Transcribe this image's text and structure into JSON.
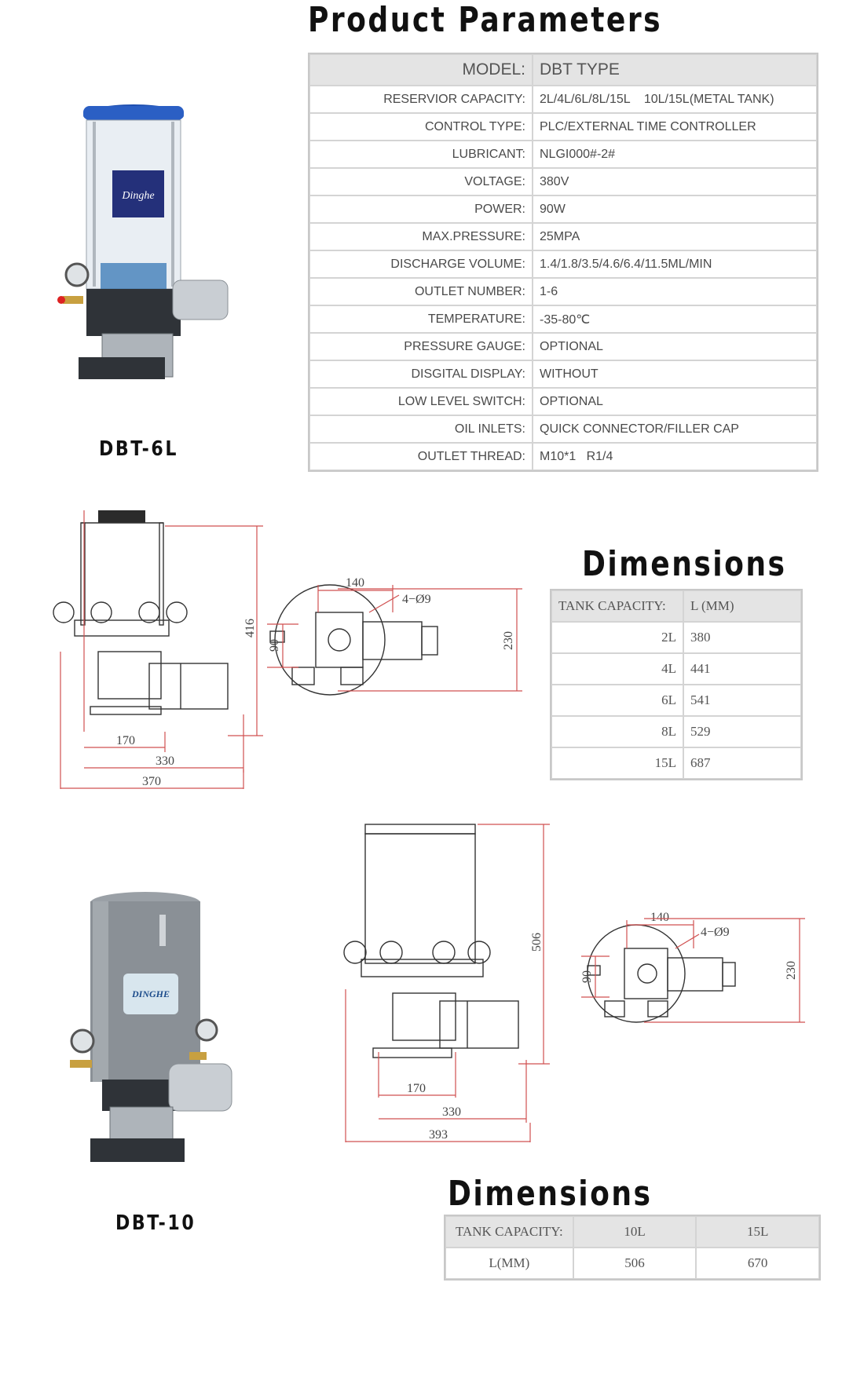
{
  "params_title": "Product Parameters",
  "params": {
    "header": {
      "key": "MODEL:",
      "value": "DBT TYPE"
    },
    "rows": [
      {
        "key": "RESERVIOR CAPACITY:",
        "value": "2L/4L/6L/8L/15L    10L/15L(METAL TANK)"
      },
      {
        "key": "CONTROL TYPE:",
        "value": "PLC/EXTERNAL TIME CONTROLLER"
      },
      {
        "key": "LUBRICANT:",
        "value": "NLGI000#-2#"
      },
      {
        "key": "VOLTAGE:",
        "value": "380V"
      },
      {
        "key": "POWER:",
        "value": "90W"
      },
      {
        "key": "MAX.PRESSURE:",
        "value": "25MPA"
      },
      {
        "key": "DISCHARGE VOLUME:",
        "value": "1.4/1.8/3.5/4.6/6.4/11.5ML/MIN"
      },
      {
        "key": "OUTLET NUMBER:",
        "value": "1-6"
      },
      {
        "key": "TEMPERATURE:",
        "value": "-35-80℃"
      },
      {
        "key": "PRESSURE GAUGE:",
        "value": "OPTIONAL"
      },
      {
        "key": "DISGITAL DISPLAY:",
        "value": "WITHOUT"
      },
      {
        "key": "LOW LEVEL SWITCH:",
        "value": "OPTIONAL"
      },
      {
        "key": "OIL INLETS:",
        "value": "QUICK CONNECTOR/FILLER CAP"
      },
      {
        "key": "OUTLET THREAD:",
        "value": "M10*1   R1/4"
      }
    ]
  },
  "model1": {
    "label": "DBT-6L",
    "logo_text": "Dinghe"
  },
  "model2": {
    "label": "DBT-10",
    "logo_text": "DINGHE"
  },
  "dimensions1": {
    "title": "Dimensions",
    "header": {
      "key": "TANK CAPACITY:",
      "value": "L (MM)"
    },
    "rows": [
      {
        "key": "2L",
        "value": "380"
      },
      {
        "key": "4L",
        "value": "441"
      },
      {
        "key": "6L",
        "value": "541"
      },
      {
        "key": "8L",
        "value": "529"
      },
      {
        "key": "15L",
        "value": "687"
      }
    ]
  },
  "dimensions2": {
    "title": "Dimensions",
    "header": [
      "TANK CAPACITY:",
      "10L",
      "15L"
    ],
    "row": [
      "L(MM)",
      "506",
      "670"
    ]
  },
  "drawing1_front": {
    "height": "416",
    "w1": "170",
    "w2": "330",
    "w3": "370"
  },
  "drawing1_top": {
    "width": "140",
    "holes": "4−Ø9",
    "offset": "90",
    "height": "230"
  },
  "drawing2_front": {
    "height": "506",
    "w1": "170",
    "w2": "330",
    "w3": "393"
  },
  "drawing2_top": {
    "width": "140",
    "holes": "4−Ø9",
    "offset": "90",
    "height": "230"
  },
  "colors": {
    "dimension_line": "#d05050",
    "tank_lid": "#1e4fb0",
    "metal_tank": "#8a9096",
    "table_header": "#e4e4e4"
  }
}
